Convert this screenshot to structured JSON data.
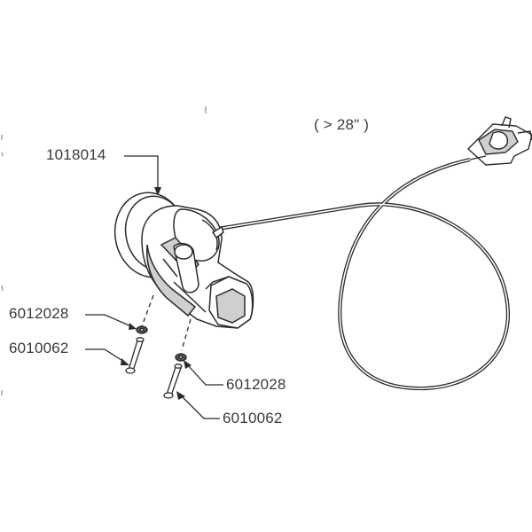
{
  "labels": {
    "housing_part": "1018014",
    "cable_length": "( > 28\" )",
    "washer_left": "6012028",
    "screw_left": "6010062",
    "washer_right": "6012028",
    "screw_right": "6010062"
  },
  "colors": {
    "line": "#2b2b2b",
    "text": "#3a3a3a",
    "fill": "#ffffff",
    "shade": "#cfcfcf"
  }
}
